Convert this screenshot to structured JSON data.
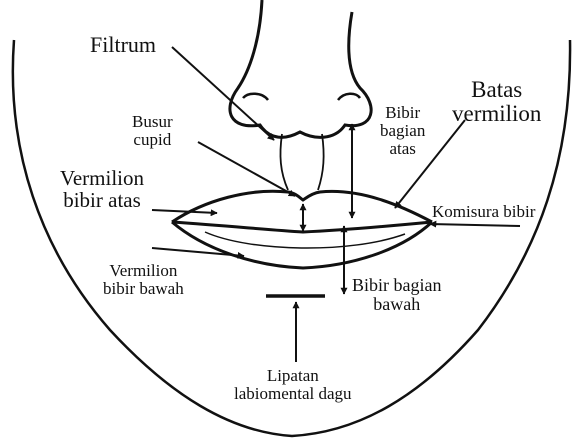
{
  "labels": {
    "filtrum": "Filtrum",
    "batas_vermilion": [
      "Batas",
      "vermilion"
    ],
    "busur_cupid": [
      "Busur",
      "cupid"
    ],
    "bibir_bagian_atas": [
      "Bibir",
      "bagian",
      "atas"
    ],
    "vermilion_bibir_atas": [
      "Vermilion",
      "bibir atas"
    ],
    "komisura_bibir": "Komisura bibir",
    "vermilion_bibir_bawah": [
      "Vermilion",
      "bibir bawah"
    ],
    "bibir_bagian_bawah": [
      "Bibir bagian",
      "bawah"
    ],
    "lipatan_labiomental_dagu": [
      "Lipatan",
      "labiomental dagu"
    ]
  },
  "colors": {
    "ink": "#111111",
    "background": "#ffffff"
  }
}
